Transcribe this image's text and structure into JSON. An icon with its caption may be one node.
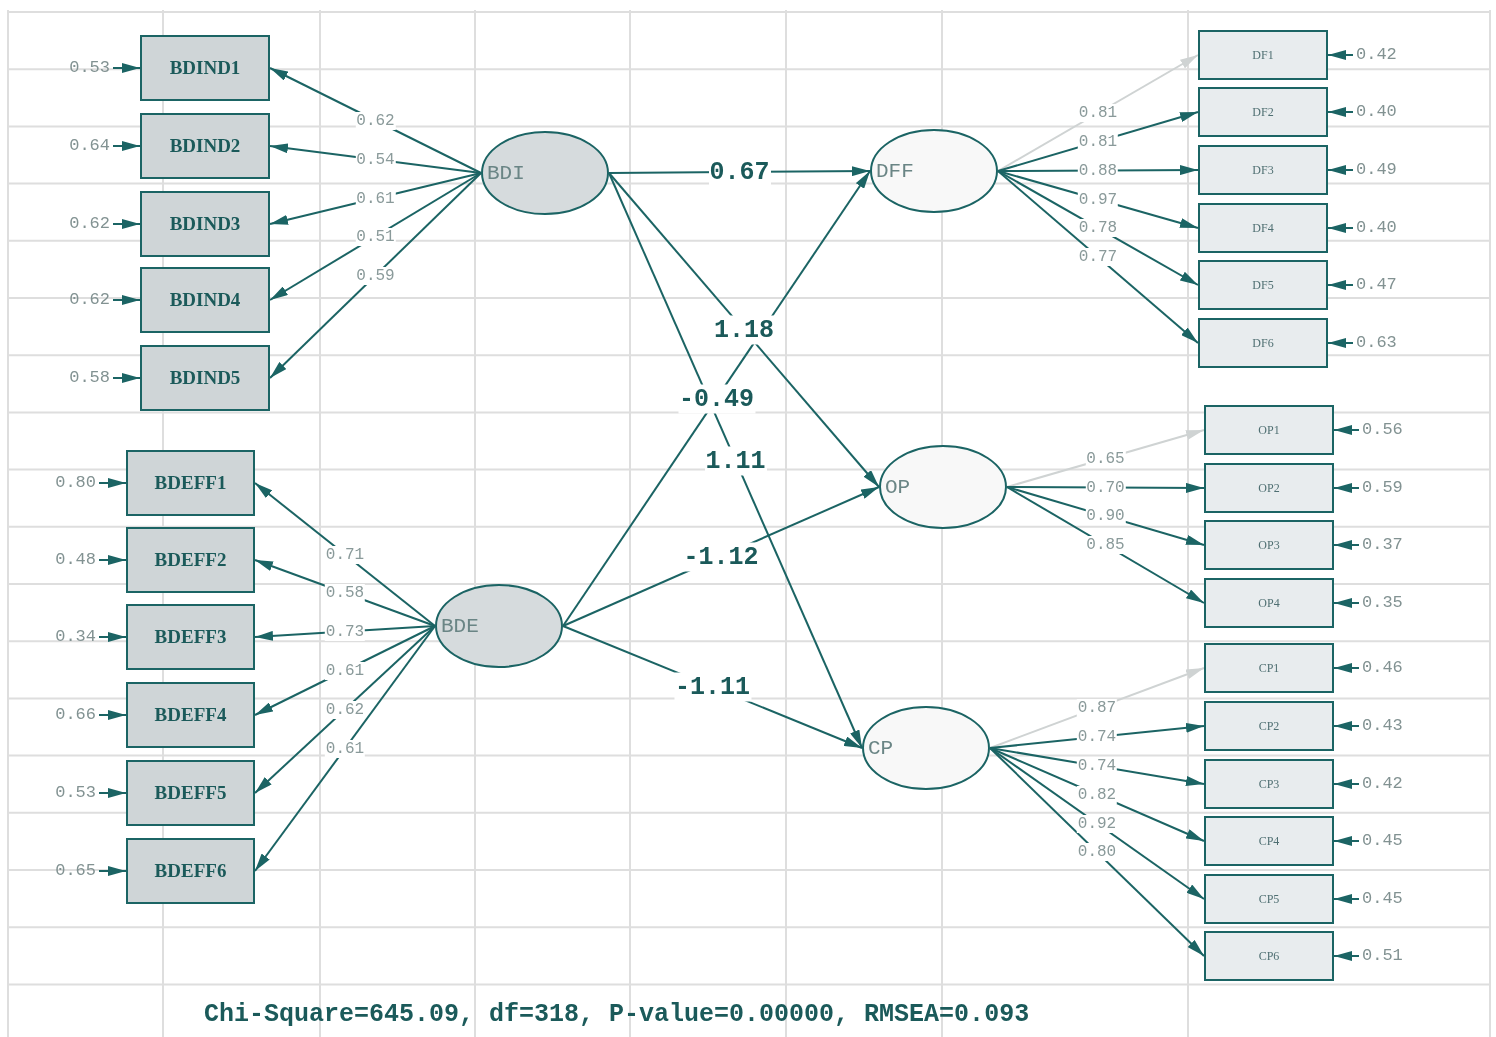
{
  "diagram": {
    "nodes": [
      {
        "text": [
          "BDI"
        ]
      },
      {
        "text": [
          "BDE"
        ]
      },
      {
        "text": [
          "DFF"
        ]
      },
      {
        "text": [
          "OP"
        ]
      },
      {
        "text": [
          "CP"
        ]
      },
      {
        "text": [
          "BDIND1"
        ]
      },
      {
        "text": [
          "BDIND2"
        ]
      },
      {
        "text": [
          "BDIND3"
        ]
      },
      {
        "text": [
          "BDIND4"
        ]
      },
      {
        "text": [
          "BDIND5"
        ]
      },
      {
        "text": [
          "BDEFF1"
        ]
      },
      {
        "text": [
          "BDEFF2"
        ]
      },
      {
        "text": [
          "BDEFF3"
        ]
      },
      {
        "text": [
          "BDEFF4"
        ]
      },
      {
        "text": [
          "BDEFF5"
        ]
      },
      {
        "text": [
          "BDEFF6"
        ]
      },
      {
        "text": [
          "DF1"
        ]
      },
      {
        "text": [
          "DF2"
        ]
      },
      {
        "text": [
          "DF3"
        ]
      },
      {
        "text": [
          "DF4"
        ]
      },
      {
        "text": [
          "DF5"
        ]
      },
      {
        "text": [
          "DF6"
        ]
      },
      {
        "text": [
          "OP1"
        ]
      },
      {
        "text": [
          "OP2"
        ]
      },
      {
        "text": [
          "OP3"
        ]
      },
      {
        "text": [
          "OP4"
        ]
      },
      {
        "text": [
          "CP1"
        ]
      },
      {
        "text": [
          "CP2"
        ]
      },
      {
        "text": [
          "CP3"
        ]
      },
      {
        "text": [
          "CP4"
        ]
      },
      {
        "text": [
          "CP5"
        ]
      },
      {
        "text": [
          "CP6"
        ]
      },
      {
        "text": [
          "0.53"
        ]
      },
      {
        "text": [
          "0.64"
        ]
      },
      {
        "text": [
          "0.62"
        ]
      },
      {
        "text": [
          "0.62"
        ]
      },
      {
        "text": [
          "0.58"
        ]
      },
      {
        "text": [
          "0.80"
        ]
      },
      {
        "text": [
          "0.48"
        ]
      },
      {
        "text": [
          "0.34"
        ]
      },
      {
        "text": [
          "0.66"
        ]
      },
      {
        "text": [
          "0.53"
        ]
      },
      {
        "text": [
          "0.65"
        ]
      },
      {
        "text": [
          "0.42"
        ]
      },
      {
        "text": [
          "0.40"
        ]
      },
      {
        "text": [
          "0.49"
        ]
      },
      {
        "text": [
          "0.40"
        ]
      },
      {
        "text": [
          "0.47"
        ]
      },
      {
        "text": [
          "0.63"
        ]
      },
      {
        "text": [
          "0.56"
        ]
      },
      {
        "text": [
          "0.59"
        ]
      },
      {
        "text": [
          "0.37"
        ]
      },
      {
        "text": [
          "0.35"
        ]
      },
      {
        "text": [
          "0.46"
        ]
      },
      {
        "text": [
          "0.43"
        ]
      },
      {
        "text": [
          "0.42"
        ]
      },
      {
        "text": [
          "0.45"
        ]
      },
      {
        "text": [
          "0.45"
        ]
      },
      {
        "text": [
          "0.51"
        ]
      }
    ],
    "edges": [
      {
        "from": 0,
        "to": 5,
        "arrow": "to",
        "label": "0.62"
      },
      {
        "from": 0,
        "to": 6,
        "arrow": "to",
        "label": "0.54"
      },
      {
        "from": 0,
        "to": 7,
        "arrow": "to",
        "label": "0.61"
      },
      {
        "from": 0,
        "to": 8,
        "arrow": "to",
        "label": "0.51"
      },
      {
        "from": 0,
        "to": 9,
        "arrow": "to",
        "label": "0.59"
      },
      {
        "from": 1,
        "to": 10,
        "arrow": "to",
        "label": "0.71"
      },
      {
        "from": 1,
        "to": 11,
        "arrow": "to",
        "label": "0.58"
      },
      {
        "from": 1,
        "to": 12,
        "arrow": "to",
        "label": "0.73"
      },
      {
        "from": 1,
        "to": 13,
        "arrow": "to",
        "label": "0.61"
      },
      {
        "from": 1,
        "to": 14,
        "arrow": "to",
        "label": "0.62"
      },
      {
        "from": 1,
        "to": 15,
        "arrow": "to",
        "label": "0.61"
      },
      {
        "from": 2,
        "to": 16,
        "arrow": "to",
        "label": "0.81",
        "color": "#cfd3d3"
      },
      {
        "from": 2,
        "to": 17,
        "arrow": "to",
        "label": "0.81"
      },
      {
        "from": 2,
        "to": 18,
        "arrow": "to",
        "label": "0.88"
      },
      {
        "from": 2,
        "to": 19,
        "arrow": "to",
        "label": "0.97"
      },
      {
        "from": 2,
        "to": 20,
        "arrow": "to",
        "label": "0.78"
      },
      {
        "from": 2,
        "to": 21,
        "arrow": "to",
        "label": "0.77"
      },
      {
        "from": 3,
        "to": 22,
        "arrow": "to",
        "label": "0.65",
        "color": "#cfd3d3"
      },
      {
        "from": 3,
        "to": 23,
        "arrow": "to",
        "label": "0.70"
      },
      {
        "from": 3,
        "to": 24,
        "arrow": "to",
        "label": "0.90"
      },
      {
        "from": 3,
        "to": 25,
        "arrow": "to",
        "label": "0.85"
      },
      {
        "from": 4,
        "to": 26,
        "arrow": "to",
        "label": "0.87",
        "color": "#cfd3d3"
      },
      {
        "from": 4,
        "to": 27,
        "arrow": "to",
        "label": "0.74"
      },
      {
        "from": 4,
        "to": 28,
        "arrow": "to",
        "label": "0.74"
      },
      {
        "from": 4,
        "to": 29,
        "arrow": "to",
        "label": "0.82"
      },
      {
        "from": 4,
        "to": 30,
        "arrow": "to",
        "label": "0.92"
      },
      {
        "from": 4,
        "to": 31,
        "arrow": "to",
        "label": "0.80"
      },
      {
        "from": 0,
        "to": 2,
        "arrow": "to",
        "label": "0.67"
      },
      {
        "from": 0,
        "to": 3,
        "arrow": "to",
        "label": "1.18"
      },
      {
        "from": 0,
        "to": 4,
        "arrow": "to",
        "label": "1.11"
      },
      {
        "from": 1,
        "to": 2,
        "arrow": "to",
        "label": "-0.49"
      },
      {
        "from": 1,
        "to": 3,
        "arrow": "to",
        "label": "-1.12"
      },
      {
        "from": 1,
        "to": 4,
        "arrow": "to",
        "label": "-1.11"
      },
      {
        "from": 32,
        "to": 5,
        "arrow": "to"
      },
      {
        "from": 33,
        "to": 6,
        "arrow": "to"
      },
      {
        "from": 34,
        "to": 7,
        "arrow": "to"
      },
      {
        "from": 35,
        "to": 8,
        "arrow": "to"
      },
      {
        "from": 36,
        "to": 9,
        "arrow": "to"
      },
      {
        "from": 37,
        "to": 10,
        "arrow": "to"
      },
      {
        "from": 38,
        "to": 11,
        "arrow": "to"
      },
      {
        "from": 39,
        "to": 12,
        "arrow": "to"
      },
      {
        "from": 40,
        "to": 13,
        "arrow": "to"
      },
      {
        "from": 41,
        "to": 14,
        "arrow": "to"
      },
      {
        "from": 42,
        "to": 15,
        "arrow": "to"
      },
      {
        "from": 43,
        "to": 16,
        "arrow": "to"
      },
      {
        "from": 44,
        "to": 17,
        "arrow": "to"
      },
      {
        "from": 45,
        "to": 18,
        "arrow": "to"
      },
      {
        "from": 46,
        "to": 19,
        "arrow": "to"
      },
      {
        "from": 47,
        "to": 20,
        "arrow": "to"
      },
      {
        "from": 48,
        "to": 21,
        "arrow": "to"
      },
      {
        "from": 49,
        "to": 22,
        "arrow": "to"
      },
      {
        "from": 50,
        "to": 23,
        "arrow": "to"
      },
      {
        "from": 51,
        "to": 24,
        "arrow": "to"
      },
      {
        "from": 52,
        "to": 25,
        "arrow": "to"
      },
      {
        "from": 53,
        "to": 26,
        "arrow": "to"
      },
      {
        "from": 54,
        "to": 27,
        "arrow": "to"
      },
      {
        "from": 55,
        "to": 28,
        "arrow": "to"
      },
      {
        "from": 56,
        "to": 29,
        "arrow": "to"
      },
      {
        "from": 57,
        "to": 30,
        "arrow": "to"
      },
      {
        "from": 58,
        "to": 31,
        "arrow": "to"
      }
    ],
    "labels": [
      "Chi-Square=645.09, df=318, P-value=0.00000, RMSEA=0.093"
    ]
  }
}
